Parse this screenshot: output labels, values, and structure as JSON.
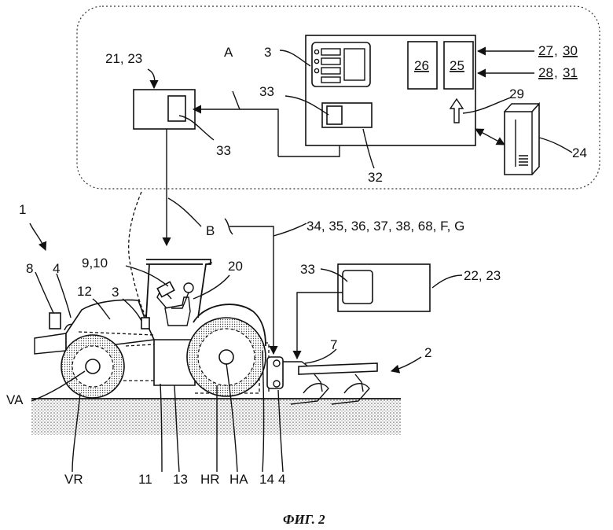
{
  "figure": {
    "caption": "ФИГ. 2",
    "labels": {
      "l1": "1",
      "l2": "2",
      "l3a": "3",
      "l3b": "3",
      "l4a": "4",
      "l4b": "4",
      "l7": "7",
      "l8": "8",
      "l910": "9,10",
      "l11": "11",
      "l12": "12",
      "l13": "13",
      "l14": "14",
      "l20": "20",
      "l2123": "21, 23",
      "l2223": "22, 23",
      "l24": "24",
      "l25": "25",
      "l26": "26",
      "l27": "27",
      "l28": "28",
      "l29": "29",
      "l30": "30",
      "l31": "31",
      "l32": "32",
      "l33a": "33",
      "l33b": "33",
      "l33c": "33",
      "l33d": "33",
      "lA": "A",
      "lB": "B",
      "lVA": "VA",
      "lVR": "VR",
      "lHR": "HR",
      "lHA": "HA",
      "lseq": "34, 35, 36, 37, 38, 68, F, G",
      "comma1": ",",
      "comma2": ","
    }
  }
}
